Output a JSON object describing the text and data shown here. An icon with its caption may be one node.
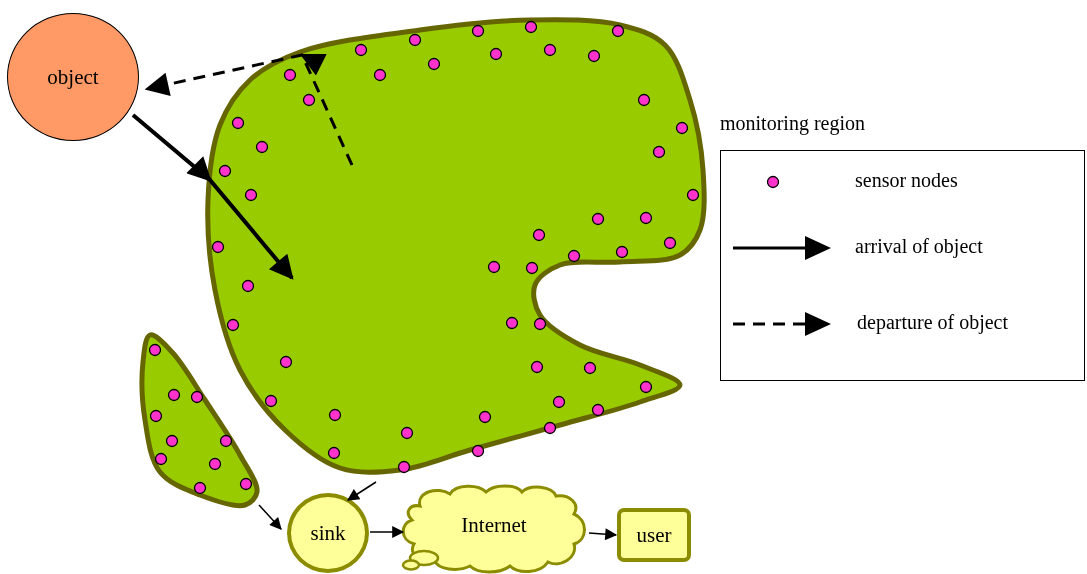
{
  "diagram": {
    "nodes": [
      {
        "text": [
          "object"
        ]
      },
      {
        "text": [],
        "shape": "blob"
      },
      {
        "text": [],
        "shape": "blob"
      },
      {
        "text": [
          "sink"
        ]
      },
      {
        "text": [
          "Internet"
        ]
      },
      {
        "text": [
          "user"
        ]
      }
    ],
    "edges": [
      {
        "from": 0,
        "to": 1,
        "arrow": "to",
        "style": "thick"
      },
      {
        "from": 1,
        "to": 0,
        "arrow": "to",
        "style": "dashed"
      },
      {
        "from": 2,
        "to": 3,
        "arrow": "to"
      },
      {
        "from": 1,
        "to": 3,
        "arrow": "to"
      },
      {
        "from": 3,
        "to": 4,
        "arrow": "to"
      },
      {
        "from": 4,
        "to": 5,
        "arrow": "to"
      }
    ],
    "labels": [
      "monitoring region"
    ],
    "legend": [
      {
        "text": "sensor nodes"
      },
      {
        "text": "arrival of object"
      },
      {
        "text": "departure of object"
      }
    ]
  }
}
